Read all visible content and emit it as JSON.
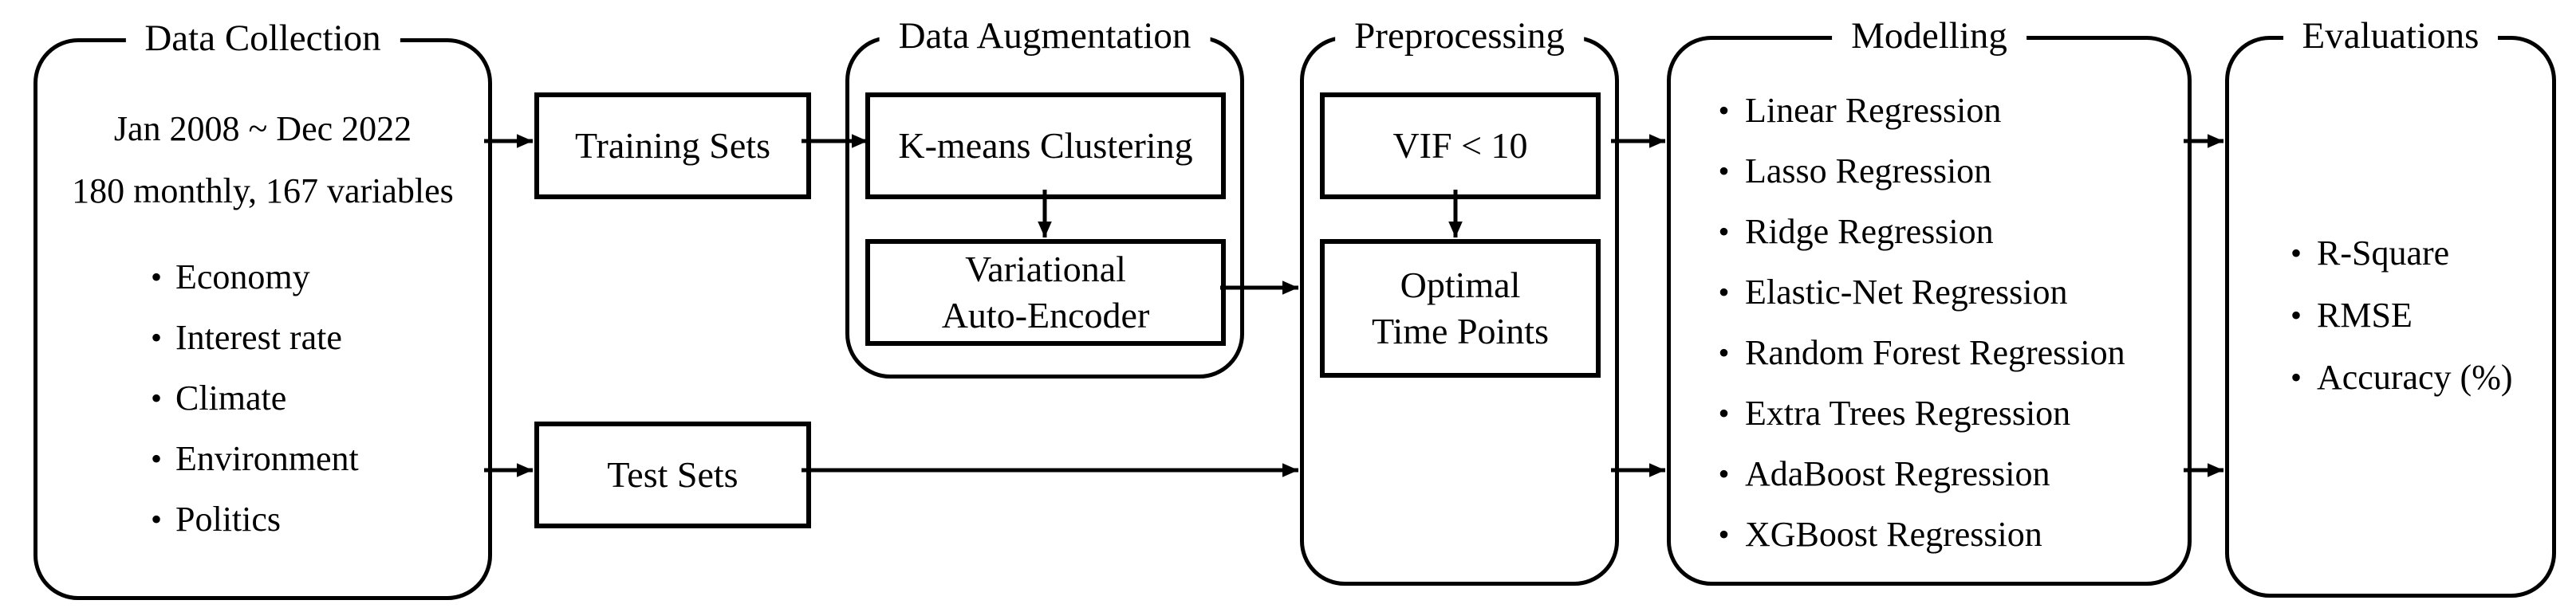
{
  "colors": {
    "line": "#000000",
    "background": "#ffffff",
    "text": "#000000"
  },
  "glyphs": {
    "bullet": "•"
  },
  "sections": {
    "data_collection": {
      "title": "Data Collection",
      "period": "Jan 2008 ~ Dec 2022",
      "summary": "180 monthly, 167 variables",
      "items": [
        "Economy",
        "Interest rate",
        "Climate",
        "Environment",
        "Politics"
      ]
    },
    "splits": {
      "training_label": "Training Sets",
      "test_label": "Test Sets"
    },
    "data_augmentation": {
      "title": "Data Augmentation",
      "step1": "K-means Clustering",
      "step2_line1": "Variational",
      "step2_line2": "Auto-Encoder"
    },
    "preprocessing": {
      "title": "Preprocessing",
      "step1": "VIF < 10",
      "step2_line1": "Optimal",
      "step2_line2": "Time Points"
    },
    "modelling": {
      "title": "Modelling",
      "items": [
        "Linear Regression",
        "Lasso Regression",
        "Ridge Regression",
        "Elastic-Net Regression",
        "Random Forest Regression",
        "Extra Trees Regression",
        "AdaBoost Regression",
        "XGBoost Regression"
      ]
    },
    "evaluations": {
      "title": "Evaluations",
      "items": [
        "R-Square",
        "RMSE",
        "Accuracy (%)"
      ]
    }
  }
}
